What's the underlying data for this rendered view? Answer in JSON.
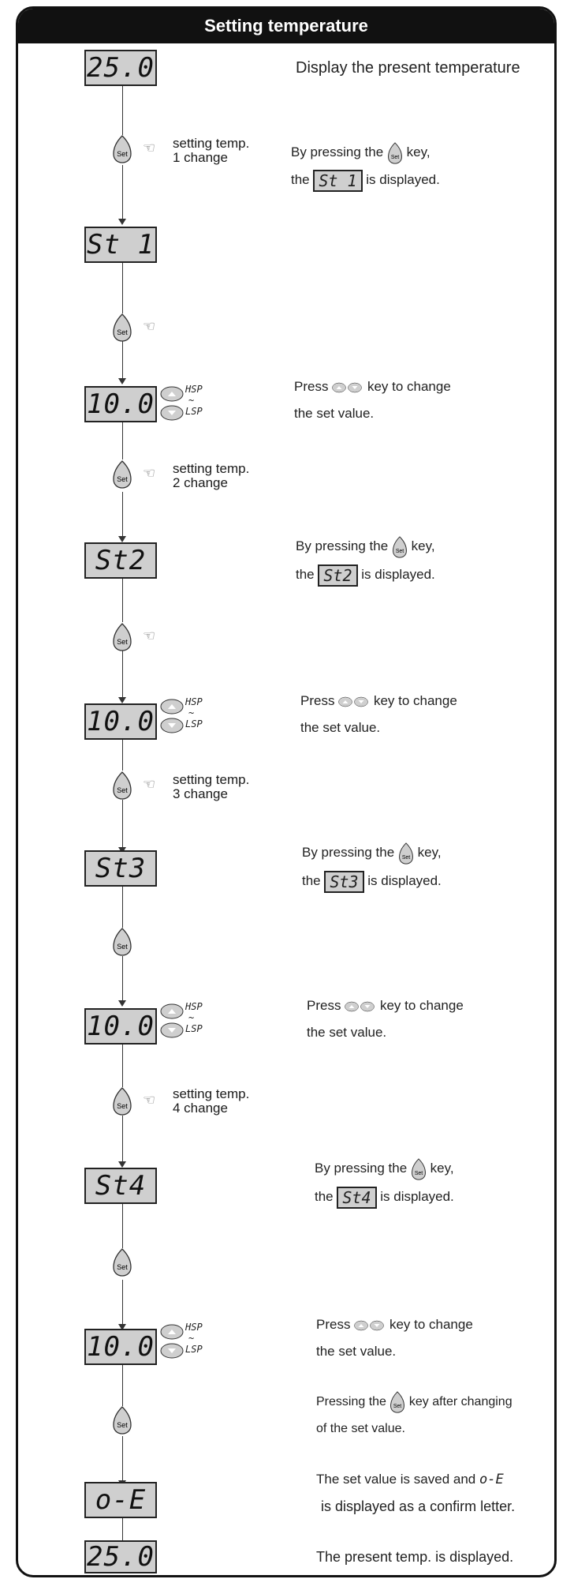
{
  "header": {
    "title": "Setting temperature"
  },
  "lcd": {
    "d1": "25.0",
    "d2": "St 1",
    "d3": "10.0",
    "d4": "St2",
    "d5": "10.0",
    "d6": "St3",
    "d7": "10.0",
    "d8": "St4",
    "d9": "10.0",
    "d10": "o-E",
    "d11": "25.0"
  },
  "key": {
    "set_label": "Set"
  },
  "limits": {
    "high": "HSP",
    "tilde": "~",
    "low": "LSP"
  },
  "labels": {
    "st1_a": "setting temp.",
    "st1_b": "1 change",
    "st2_a": "setting temp.",
    "st2_b": "2 change",
    "st3_a": "setting temp.",
    "st3_b": "3 change",
    "st4_a": "setting temp.",
    "st4_b": "4 change"
  },
  "desc": {
    "present": "Display the present temperature",
    "by_pressing": "By pressing the",
    "key_word": "key,",
    "the": "the",
    "is_displayed": "is displayed.",
    "press": "Press",
    "key_to_change": "key to change",
    "the_set_value": "the set value.",
    "pressing_after": "Pressing the",
    "after_changing": "key after changing",
    "of_the_set_value": "of the set value.",
    "saved_1": "The set value is saved and",
    "saved_code": "o-E",
    "saved_2": "is displayed as a confirm letter.",
    "final": "The present temp. is displayed."
  },
  "inline_codes": {
    "st1": "St 1",
    "st2": "St2",
    "st3": "St3",
    "st4": "St4"
  }
}
